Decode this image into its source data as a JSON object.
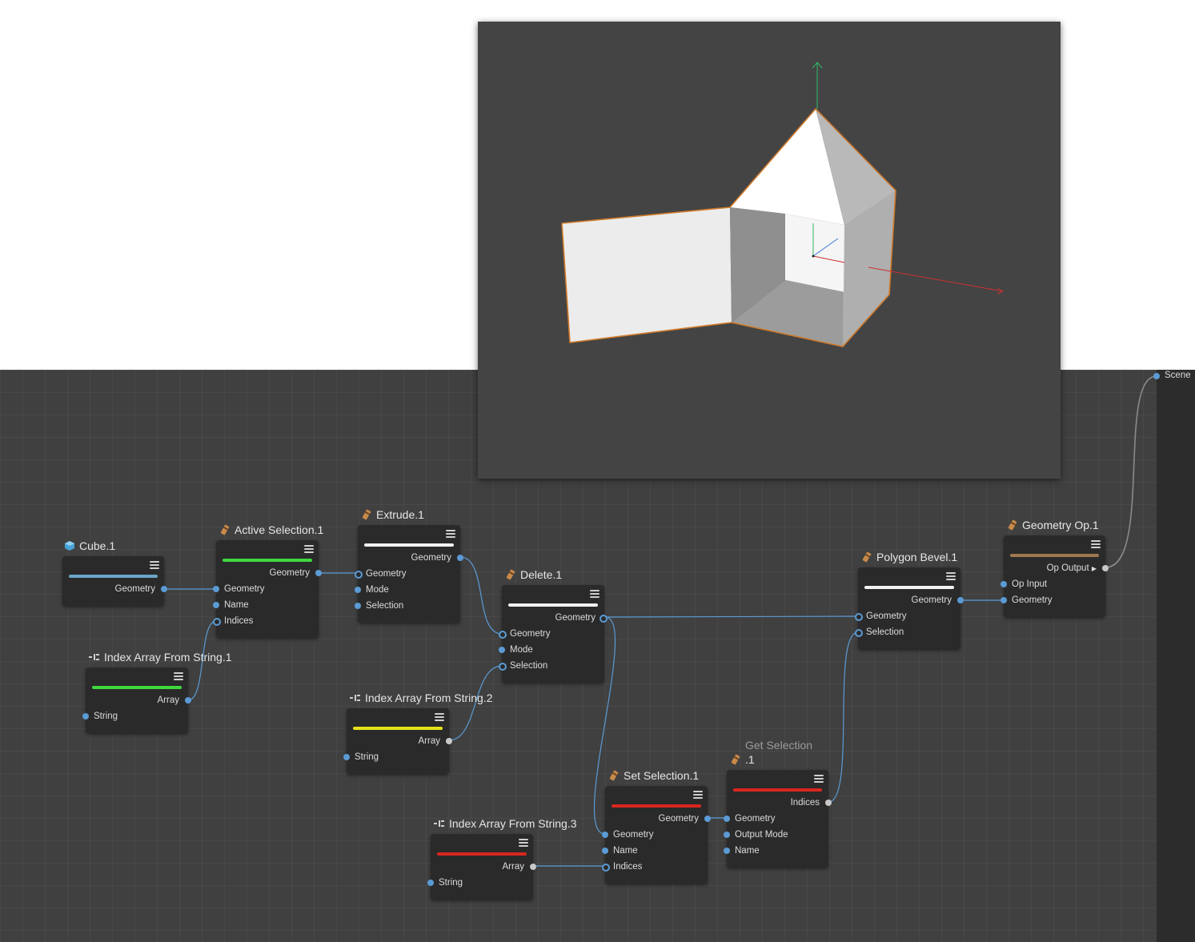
{
  "nodes": {
    "cube": {
      "title": "Cube.1",
      "icon": "cube-icon",
      "bar_color": "#6aa6c8",
      "out_geometry": "Geometry"
    },
    "active_selection": {
      "title": "Active Selection.1",
      "icon": "operator-icon",
      "bar_color": "#3ed83e",
      "out_geometry": "Geometry",
      "in_geometry": "Geometry",
      "in_name": "Name",
      "in_indices": "Indices"
    },
    "extrude": {
      "title": "Extrude.1",
      "icon": "operator-icon",
      "bar_color": "#f2f2f2",
      "out_geometry": "Geometry",
      "in_geometry": "Geometry",
      "in_mode": "Mode",
      "in_selection": "Selection"
    },
    "delete": {
      "title": "Delete.1",
      "icon": "operator-icon",
      "bar_color": "#f2f2f2",
      "out_geometry": "Geometry",
      "in_geometry": "Geometry",
      "in_mode": "Mode",
      "in_selection": "Selection"
    },
    "index_array_1": {
      "title": "Index Array From String.1",
      "icon": "index-array-icon",
      "bar_color": "#3ed83e",
      "out_array": "Array",
      "in_string": "String"
    },
    "index_array_2": {
      "title": "Index Array From String.2",
      "icon": "index-array-icon",
      "bar_color": "#e6e21a",
      "out_array": "Array",
      "in_string": "String"
    },
    "index_array_3": {
      "title": "Index Array From String.3",
      "icon": "index-array-icon",
      "bar_color": "#d9261f",
      "out_array": "Array",
      "in_string": "String"
    },
    "set_selection": {
      "title": "Set Selection.1",
      "icon": "operator-icon",
      "bar_color": "#d9261f",
      "out_geometry": "Geometry",
      "in_geometry": "Geometry",
      "in_name": "Name",
      "in_indices": "Indices"
    },
    "get_selection": {
      "title_line1": "Get Selection",
      "title_line2": ".1",
      "icon": "operator-icon",
      "bar_color": "#d9261f",
      "out_indices": "Indices",
      "in_geometry": "Geometry",
      "in_output_mode": "Output Mode",
      "in_name": "Name"
    },
    "polygon_bevel": {
      "title": "Polygon Bevel.1",
      "icon": "operator-icon",
      "bar_color": "#f2f2f2",
      "out_geometry": "Geometry",
      "in_geometry": "Geometry",
      "in_selection": "Selection"
    },
    "geometry_op": {
      "title": "Geometry Op.1",
      "icon": "operator-icon",
      "bar_color": "#a07850",
      "out_op_output": "Op Output",
      "in_op_input": "Op Input",
      "in_geometry": "Geometry"
    }
  },
  "scene_port": {
    "label": "Scene"
  },
  "colors": {
    "canvas": "#404040",
    "node_body": "#2a2a2a",
    "port": "#5b9bd5",
    "wire": "#5b9bd5",
    "viewport": "#444444",
    "outline": "#d07a2a"
  }
}
